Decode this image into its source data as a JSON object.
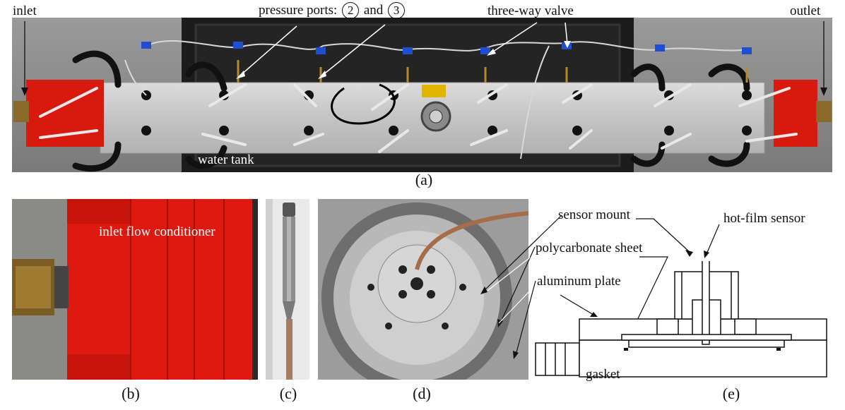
{
  "labels": {
    "inlet": "inlet",
    "outlet": "outlet",
    "pressure_ports_prefix": "pressure ports:",
    "port_a": "2",
    "and": "and",
    "port_b": "3",
    "three_way_valve": "three-way valve",
    "water_tank": "water tank",
    "inlet_flow_conditioner": "inlet flow conditioner",
    "sensor_mount": "sensor mount",
    "hot_film_sensor": "hot-film sensor",
    "polycarbonate_sheet": "polycarbonate sheet",
    "aluminum_plate": "aluminum plate",
    "gasket": "gasket"
  },
  "captions": {
    "a": "(a)",
    "b": "(b)",
    "c": "(c)",
    "d": "(d)",
    "e": "(e)"
  }
}
